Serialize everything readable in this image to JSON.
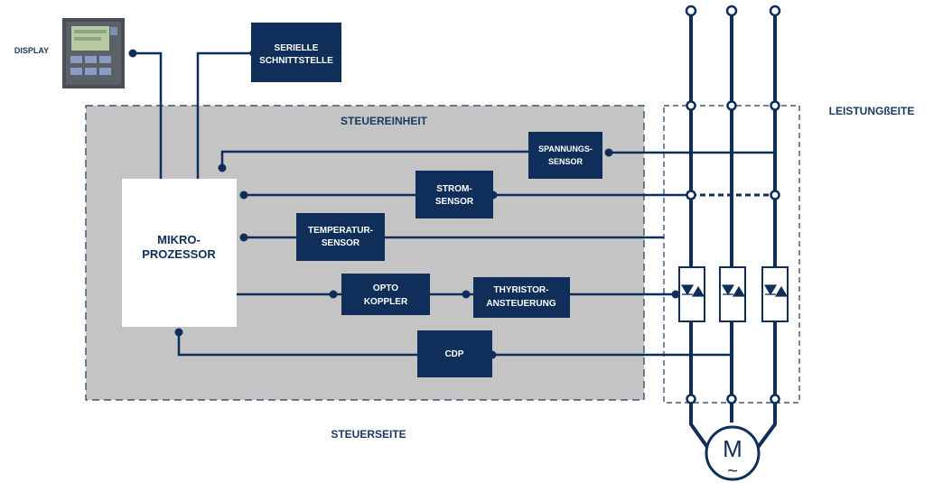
{
  "colors": {
    "navy": "#0f2f5a",
    "block_text": "#ffffff",
    "panel_gray": "#c4c4c4",
    "label_navy": "#1b3a63"
  },
  "labels": {
    "display": "DISPLAY",
    "serial_line1": "SERIELLE",
    "serial_line2": "SCHNITTSTELLE",
    "control_unit": "STEUEREINHEIT",
    "power_side": "LEISTUNGßEITE",
    "control_side": "STEUERSEITE",
    "micro_line1": "MIKRO-",
    "micro_line2": "PROZESSOR",
    "voltage_line1": "SPANNUNGS-",
    "voltage_line2": "SENSOR",
    "current_line1": "STROM-",
    "current_line2": "SENSOR",
    "temp_line1": "TEMPERATUR-",
    "temp_line2": "SENSOR",
    "opto_line1": "OPTO",
    "opto_line2": "KOPPLER",
    "thyristor_line1": "THYRISTOR-",
    "thyristor_line2": "ANSTEUERUNG",
    "cdp": "CDP",
    "motor": "M",
    "motor_symbol": "~"
  },
  "icons": [
    "display-device-icon",
    "thyristor-icon",
    "motor-icon"
  ]
}
